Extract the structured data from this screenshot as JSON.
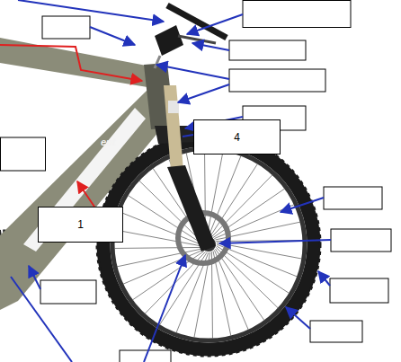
{
  "diagram": {
    "nodes": [
      {
        "text": [
          "4"
        ]
      },
      {
        "text": [
          "1"
        ]
      }
    ],
    "labels": [
      "ent"
    ]
  }
}
